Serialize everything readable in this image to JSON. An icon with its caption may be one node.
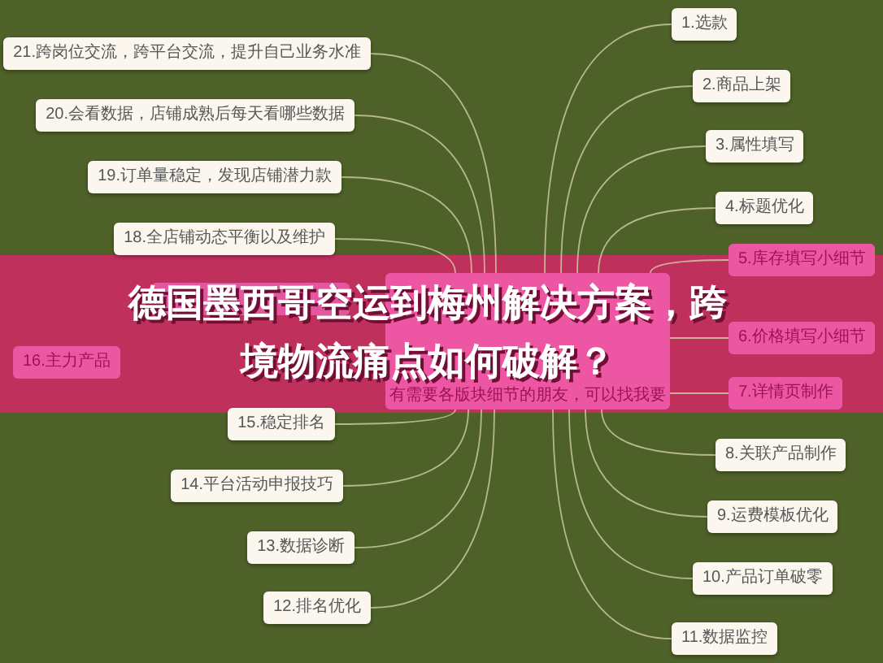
{
  "diagram": {
    "title": "德国墨西哥空运到梅州解决方案，跨境物流痛点如何破解？",
    "nodes": [
      {
        "text": [
          "有需要各版块细节的朋友，可以找我要"
        ]
      },
      {
        "text": [
          "1.选款"
        ]
      },
      {
        "text": [
          "2.商品上架"
        ]
      },
      {
        "text": [
          "3.属性填写"
        ]
      },
      {
        "text": [
          "4.标题优化"
        ]
      },
      {
        "text": [
          "5.库存填写小细节"
        ]
      },
      {
        "text": [
          "6.价格填写小细节"
        ]
      },
      {
        "text": [
          "7.详情页制作"
        ]
      },
      {
        "text": [
          "8.关联产品制作"
        ]
      },
      {
        "text": [
          "9.运费模板优化"
        ]
      },
      {
        "text": [
          "10.产品订单破零"
        ]
      },
      {
        "text": [
          "11.数据监控"
        ]
      },
      {
        "text": [
          "12.排名优化"
        ]
      },
      {
        "text": [
          "13.数据诊断"
        ]
      },
      {
        "text": [
          "14.平台活动申报技巧"
        ]
      },
      {
        "text": [
          "15.稳定排名"
        ]
      },
      {
        "text": [
          "16.主力产品"
        ]
      },
      {
        "text": [],
        "shape": "box"
      },
      {
        "text": [
          "18.全店铺动态平衡以及维护"
        ]
      },
      {
        "text": [
          "19.订单量稳定，发现店铺潜力款"
        ]
      },
      {
        "text": [
          "20.会看数据，店铺成熟后每天看哪些数据"
        ]
      },
      {
        "text": [
          "21.跨岗位交流，跨平台交流，提升自己业务水准"
        ]
      }
    ],
    "edges": [
      {
        "from": 0,
        "to": 1,
        "arrow": "none"
      },
      {
        "from": 0,
        "to": 2,
        "arrow": "none"
      },
      {
        "from": 0,
        "to": 3,
        "arrow": "none"
      },
      {
        "from": 0,
        "to": 4,
        "arrow": "none"
      },
      {
        "from": 0,
        "to": 5,
        "arrow": "none"
      },
      {
        "from": 0,
        "to": 6,
        "arrow": "none"
      },
      {
        "from": 0,
        "to": 7,
        "arrow": "none"
      },
      {
        "from": 0,
        "to": 8,
        "arrow": "none"
      },
      {
        "from": 0,
        "to": 9,
        "arrow": "none"
      },
      {
        "from": 0,
        "to": 10,
        "arrow": "none"
      },
      {
        "from": 0,
        "to": 11,
        "arrow": "none"
      },
      {
        "from": 0,
        "to": 12,
        "arrow": "none"
      },
      {
        "from": 0,
        "to": 13,
        "arrow": "none"
      },
      {
        "from": 0,
        "to": 14,
        "arrow": "none"
      },
      {
        "from": 0,
        "to": 15,
        "arrow": "none"
      },
      {
        "from": 0,
        "to": 18,
        "arrow": "none"
      },
      {
        "from": 0,
        "to": 19,
        "arrow": "none"
      },
      {
        "from": 0,
        "to": 20,
        "arrow": "none"
      },
      {
        "from": 0,
        "to": 21,
        "arrow": "none"
      }
    ]
  }
}
